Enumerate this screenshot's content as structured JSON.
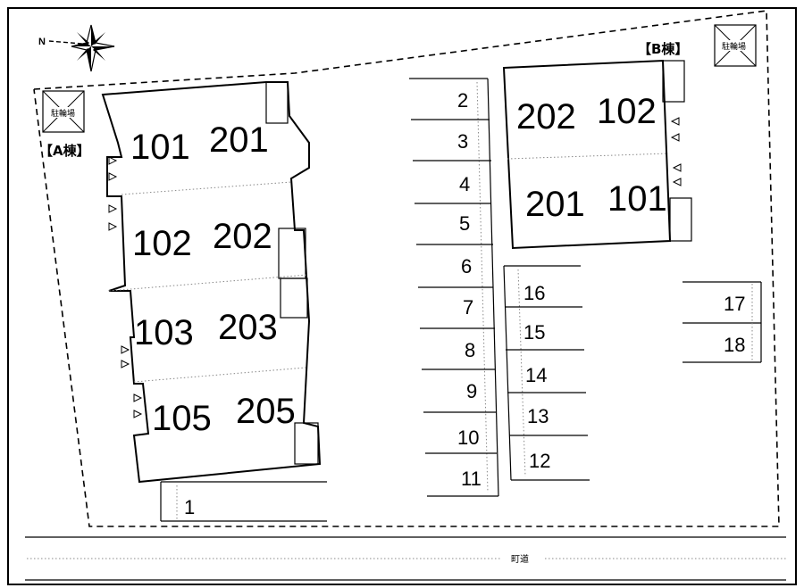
{
  "compass": {
    "label": "N"
  },
  "buildings": {
    "a": {
      "label": "【A棟】",
      "rooms": {
        "r101": "101",
        "r201": "201",
        "r102": "102",
        "r202": "202",
        "r103": "103",
        "r203": "203",
        "r105": "105",
        "r205": "205"
      },
      "bike_parking": "駐輪場"
    },
    "b": {
      "label": "【B棟】",
      "rooms": {
        "r202": "202",
        "r102": "102",
        "r201": "201",
        "r101": "101"
      },
      "bike_parking": "駐輪場"
    }
  },
  "parking": {
    "s1": "1",
    "s2": "2",
    "s3": "3",
    "s4": "4",
    "s5": "5",
    "s6": "6",
    "s7": "7",
    "s8": "8",
    "s9": "9",
    "s10": "10",
    "s11": "11",
    "s12": "12",
    "s13": "13",
    "s14": "14",
    "s15": "15",
    "s16": "16",
    "s17": "17",
    "s18": "18"
  },
  "road": {
    "label": "町道"
  },
  "colors": {
    "line": "#000000",
    "background": "#ffffff",
    "dotted": "#888888"
  }
}
